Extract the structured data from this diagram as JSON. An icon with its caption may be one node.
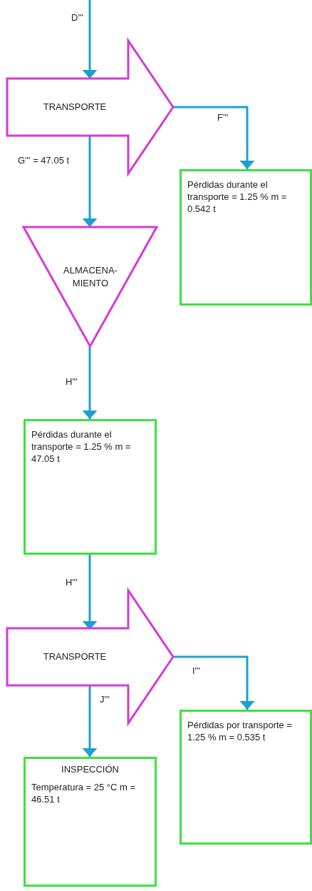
{
  "diagram": {
    "nodes": [
      {
        "text": [
          "TRANSPORTE"
        ]
      },
      {
        "text": [
          "Pérdidas durante el transporte = 1.25 % m = 0.542 t"
        ]
      },
      {
        "text": [
          "ALMACENA- MIENTO"
        ]
      },
      {
        "text": [
          "Pérdidas durante el transporte = 1.25 % m = 47.05 t"
        ]
      },
      {
        "text": [
          "TRANSPORTE"
        ]
      },
      {
        "text": [
          "Pérdidas por transporte = 1.25 % m = 0.535 t"
        ]
      },
      {
        "text": [
          "INSPECCIÓN",
          "Temperatura = 25 °C m = 46.51 t"
        ]
      }
    ],
    "edges": [
      {
        "from": null,
        "to": 0,
        "arrow": "to",
        "label": "D'''"
      },
      {
        "from": 0,
        "to": 1,
        "arrow": "to",
        "label": "F'''"
      },
      {
        "from": 0,
        "to": 2,
        "arrow": "to",
        "label": "G''' = 47.05 t"
      },
      {
        "from": 2,
        "to": 3,
        "arrow": "to",
        "label": "H'''"
      },
      {
        "from": 3,
        "to": 4,
        "arrow": "to",
        "label": "H'''"
      },
      {
        "from": 4,
        "to": 5,
        "arrow": "to",
        "label": "I'''"
      },
      {
        "from": 4,
        "to": 6,
        "arrow": "to",
        "label": "J'''"
      }
    ]
  }
}
